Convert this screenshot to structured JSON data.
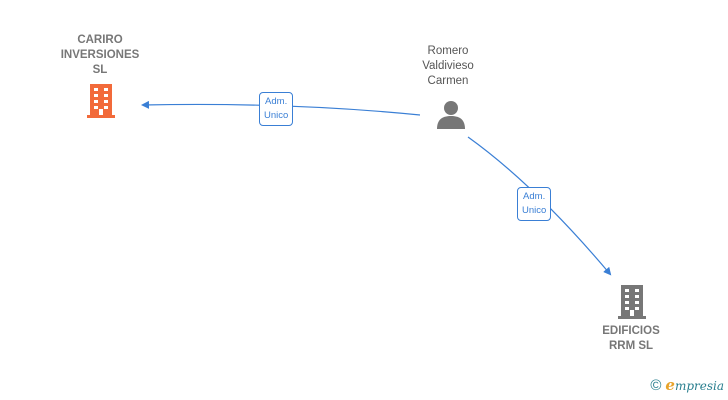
{
  "nodes": {
    "cariro": {
      "lines": [
        "CARIRO",
        "INVERSIONES",
        "SL"
      ],
      "type": "company",
      "color": "#f26a3a",
      "icon": "building-icon"
    },
    "romero": {
      "lines": [
        "Romero",
        "Valdivieso",
        "Carmen"
      ],
      "type": "person",
      "color": "#777777",
      "icon": "person-icon"
    },
    "edificios": {
      "lines": [
        "EDIFICIOS",
        "RRM SL"
      ],
      "type": "company",
      "color": "#777777",
      "icon": "building-icon"
    }
  },
  "edges": [
    {
      "from": "romero",
      "to": "cariro",
      "label_lines": [
        "Adm.",
        "Unico"
      ]
    },
    {
      "from": "romero",
      "to": "edificios",
      "label_lines": [
        "Adm.",
        "Unico"
      ]
    }
  ],
  "style": {
    "edge_color": "#3a7fd5"
  },
  "watermark": {
    "copyright_symbol": "©",
    "initial": "e",
    "rest": "mpresia",
    "brand": "empresia"
  }
}
